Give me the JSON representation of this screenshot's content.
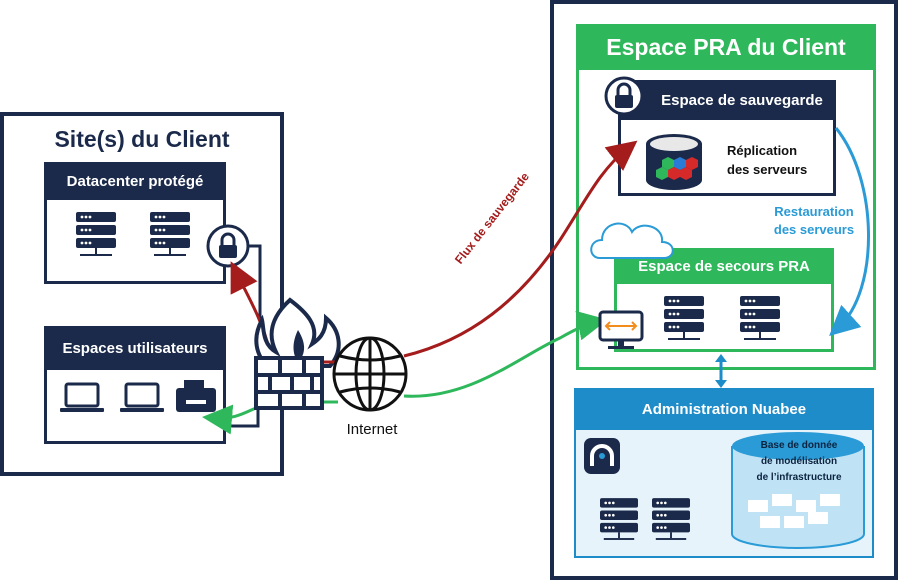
{
  "client_site": {
    "title": "Site(s) du Client",
    "datacenter_label": "Datacenter protégé",
    "users_label": "Espaces utilisateurs"
  },
  "internet_label": "Internet",
  "backup_flow_label": "Flux de sauvegarde",
  "pra": {
    "title": "Espace PRA du Client",
    "backup_space_label": "Espace de sauvegarde",
    "replication_label_1": "Réplication",
    "replication_label_2": "des serveurs",
    "restore_label_1": "Restauration",
    "restore_label_2": "des serveurs",
    "recovery_label": "Espace de secours PRA"
  },
  "admin": {
    "title": "Administration Nuabee",
    "db_line_1": "Base de donnée",
    "db_line_2": "de modélisation",
    "db_line_3": "de l’infrastructure"
  },
  "colors": {
    "navy": "#1b2a4a",
    "green": "#2fb85b",
    "blue": "#1e8cc8",
    "red": "#a41c1c",
    "restore_blue": "#2a9bd6"
  },
  "icons": [
    "server-icon",
    "lock-icon",
    "laptop-icon",
    "printer-icon",
    "firewall-icon",
    "globe-icon",
    "cloud-icon",
    "monitor-transfer-icon",
    "database-icon",
    "nuabee-logo-icon"
  ]
}
